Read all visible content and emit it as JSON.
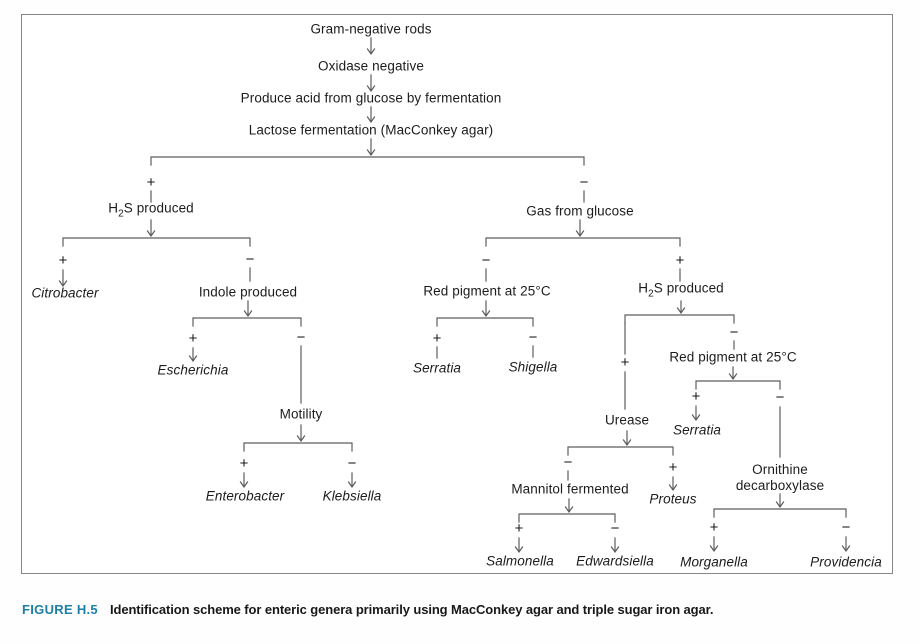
{
  "figure": {
    "caption": {
      "label": "FIGURE H.5",
      "text": "Identification scheme for enteric genera primarily using MacConkey agar and triple sugar iron agar."
    }
  },
  "colors": {
    "caption_accent": "#1d80a6",
    "line": "#5c5d5f",
    "text": "#1c1c1c"
  },
  "signs": {
    "plus": "+",
    "minus": "−"
  },
  "nodes": {
    "gram_negative_rods": "Gram-negative rods",
    "oxidase_negative": "Oxidase negative",
    "produce_acid": "Produce acid from glucose by fermentation",
    "lactose_fermentation": "Lactose fermentation (MacConkey agar)",
    "h2s_left": {
      "pre": "H",
      "sub": "2",
      "post": "S produced"
    },
    "gas_from_glucose": "Gas from glucose",
    "citrobacter": "Citrobacter",
    "indole_produced": "Indole produced",
    "escherichia": "Escherichia",
    "motility": "Motility",
    "enterobacter": "Enterobacter",
    "klebsiella": "Klebsiella",
    "red_pigment_left": "Red pigment at 25°C",
    "h2s_right": {
      "pre": "H",
      "sub": "2",
      "post": "S produced"
    },
    "serratia_left": "Serratia",
    "shigella": "Shigella",
    "urease": "Urease",
    "red_pigment_right": "Red pigment at 25°C",
    "serratia_right": "Serratia",
    "ornithine_line1": "Ornithine",
    "ornithine_line2": "decarboxylase",
    "mannitol_fermented": "Mannitol fermented",
    "proteus": "Proteus",
    "salmonella": "Salmonella",
    "edwardsiella": "Edwardsiella",
    "morganella": "Morganella",
    "providencia": "Providencia"
  },
  "tree": {
    "steps": [
      "Gram-negative rods",
      "Oxidase negative",
      "Produce acid from glucose by fermentation"
    ],
    "test": "Lactose fermentation (MacConkey agar)",
    "positive": {
      "test": "H2S produced",
      "positive": "Citrobacter",
      "negative": {
        "test": "Indole produced",
        "positive": "Escherichia",
        "negative": {
          "test": "Motility",
          "positive": "Enterobacter",
          "negative": "Klebsiella"
        }
      }
    },
    "negative": {
      "test": "Gas from glucose",
      "negative": {
        "test": "Red pigment at 25°C",
        "positive": "Serratia",
        "negative": "Shigella"
      },
      "positive": {
        "test": "H2S produced",
        "positive": {
          "test": "Urease",
          "negative": {
            "test": "Mannitol fermented",
            "positive": "Salmonella",
            "negative": "Edwardsiella"
          },
          "positive": "Proteus"
        },
        "negative": {
          "test": "Red pigment at 25°C",
          "positive": "Serratia",
          "negative": {
            "test": "Ornithine decarboxylase",
            "positive": "Morganella",
            "negative": "Providencia"
          }
        }
      }
    }
  }
}
